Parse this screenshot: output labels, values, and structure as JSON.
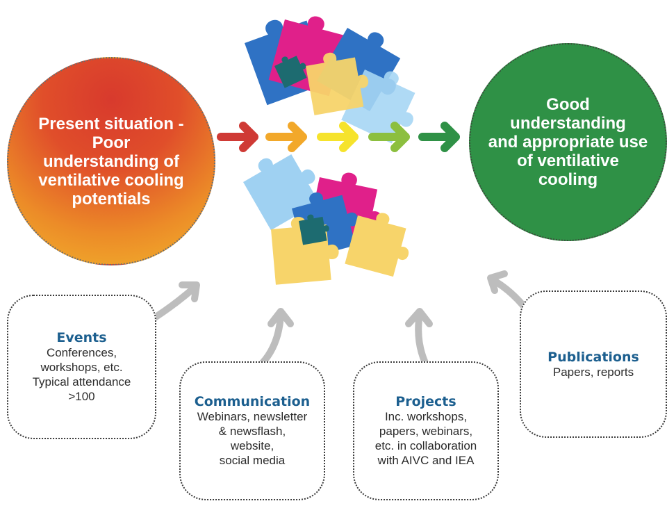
{
  "left_circle": {
    "lines": [
      "Present situation -",
      "Poor",
      "understanding of",
      "ventilative cooling",
      "potentials"
    ]
  },
  "right_circle": {
    "lines": [
      "Good",
      "understanding",
      "and appropriate use",
      "of ventilative",
      "cooling"
    ]
  },
  "boxes": {
    "events": {
      "title": "Events",
      "lines": [
        "Conferences,",
        "workshops, etc.",
        "Typical attendance",
        ">100"
      ]
    },
    "communication": {
      "title": "Communication",
      "lines": [
        "Webinars, newsletter",
        "& newsflash,",
        "website,",
        "social media"
      ]
    },
    "projects": {
      "title": "Projects",
      "lines": [
        "Inc. workshops,",
        "papers, webinars,",
        "etc. in collaboration",
        "with AIVC and IEA"
      ]
    },
    "publications": {
      "title": "Publications",
      "lines": [
        "Papers, reports"
      ]
    }
  },
  "colors": {
    "arrow_red": "#cf3a35",
    "arrow_orange": "#f2a82a",
    "arrow_yellow": "#f6e32c",
    "arrow_lightgreen": "#8cbf3f",
    "arrow_green": "#2f9146",
    "feedback_arrow": "#bdbdbd",
    "puzzle_pink": "#e0208a",
    "puzzle_blue": "#2f72c4",
    "puzzle_yellow": "#f7d46a",
    "puzzle_lightblue": "#8cc7ee",
    "puzzle_teal": "#1d6b70",
    "title_blue": "#1c5f8f"
  }
}
